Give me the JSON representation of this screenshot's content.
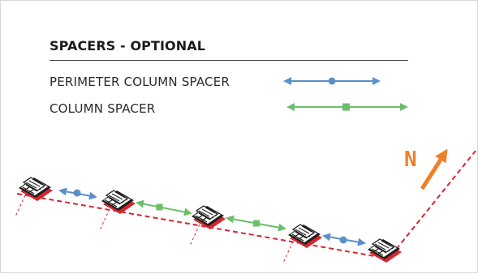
{
  "legend": {
    "title": "SPACERS - OPTIONAL",
    "items": [
      {
        "label": "PERIMETER COLUMN SPACER",
        "color": "#5b8fcb",
        "marker": "circle"
      },
      {
        "label": "COLUMN SPACER",
        "color": "#6cbf6a",
        "marker": "square"
      }
    ]
  },
  "compass": {
    "label": "N",
    "color": "#f07f2a"
  },
  "roof_edge_color": "#d8262e",
  "module_count": 5,
  "spacers_between_modules": [
    "perimeter",
    "column",
    "column",
    "perimeter"
  ]
}
